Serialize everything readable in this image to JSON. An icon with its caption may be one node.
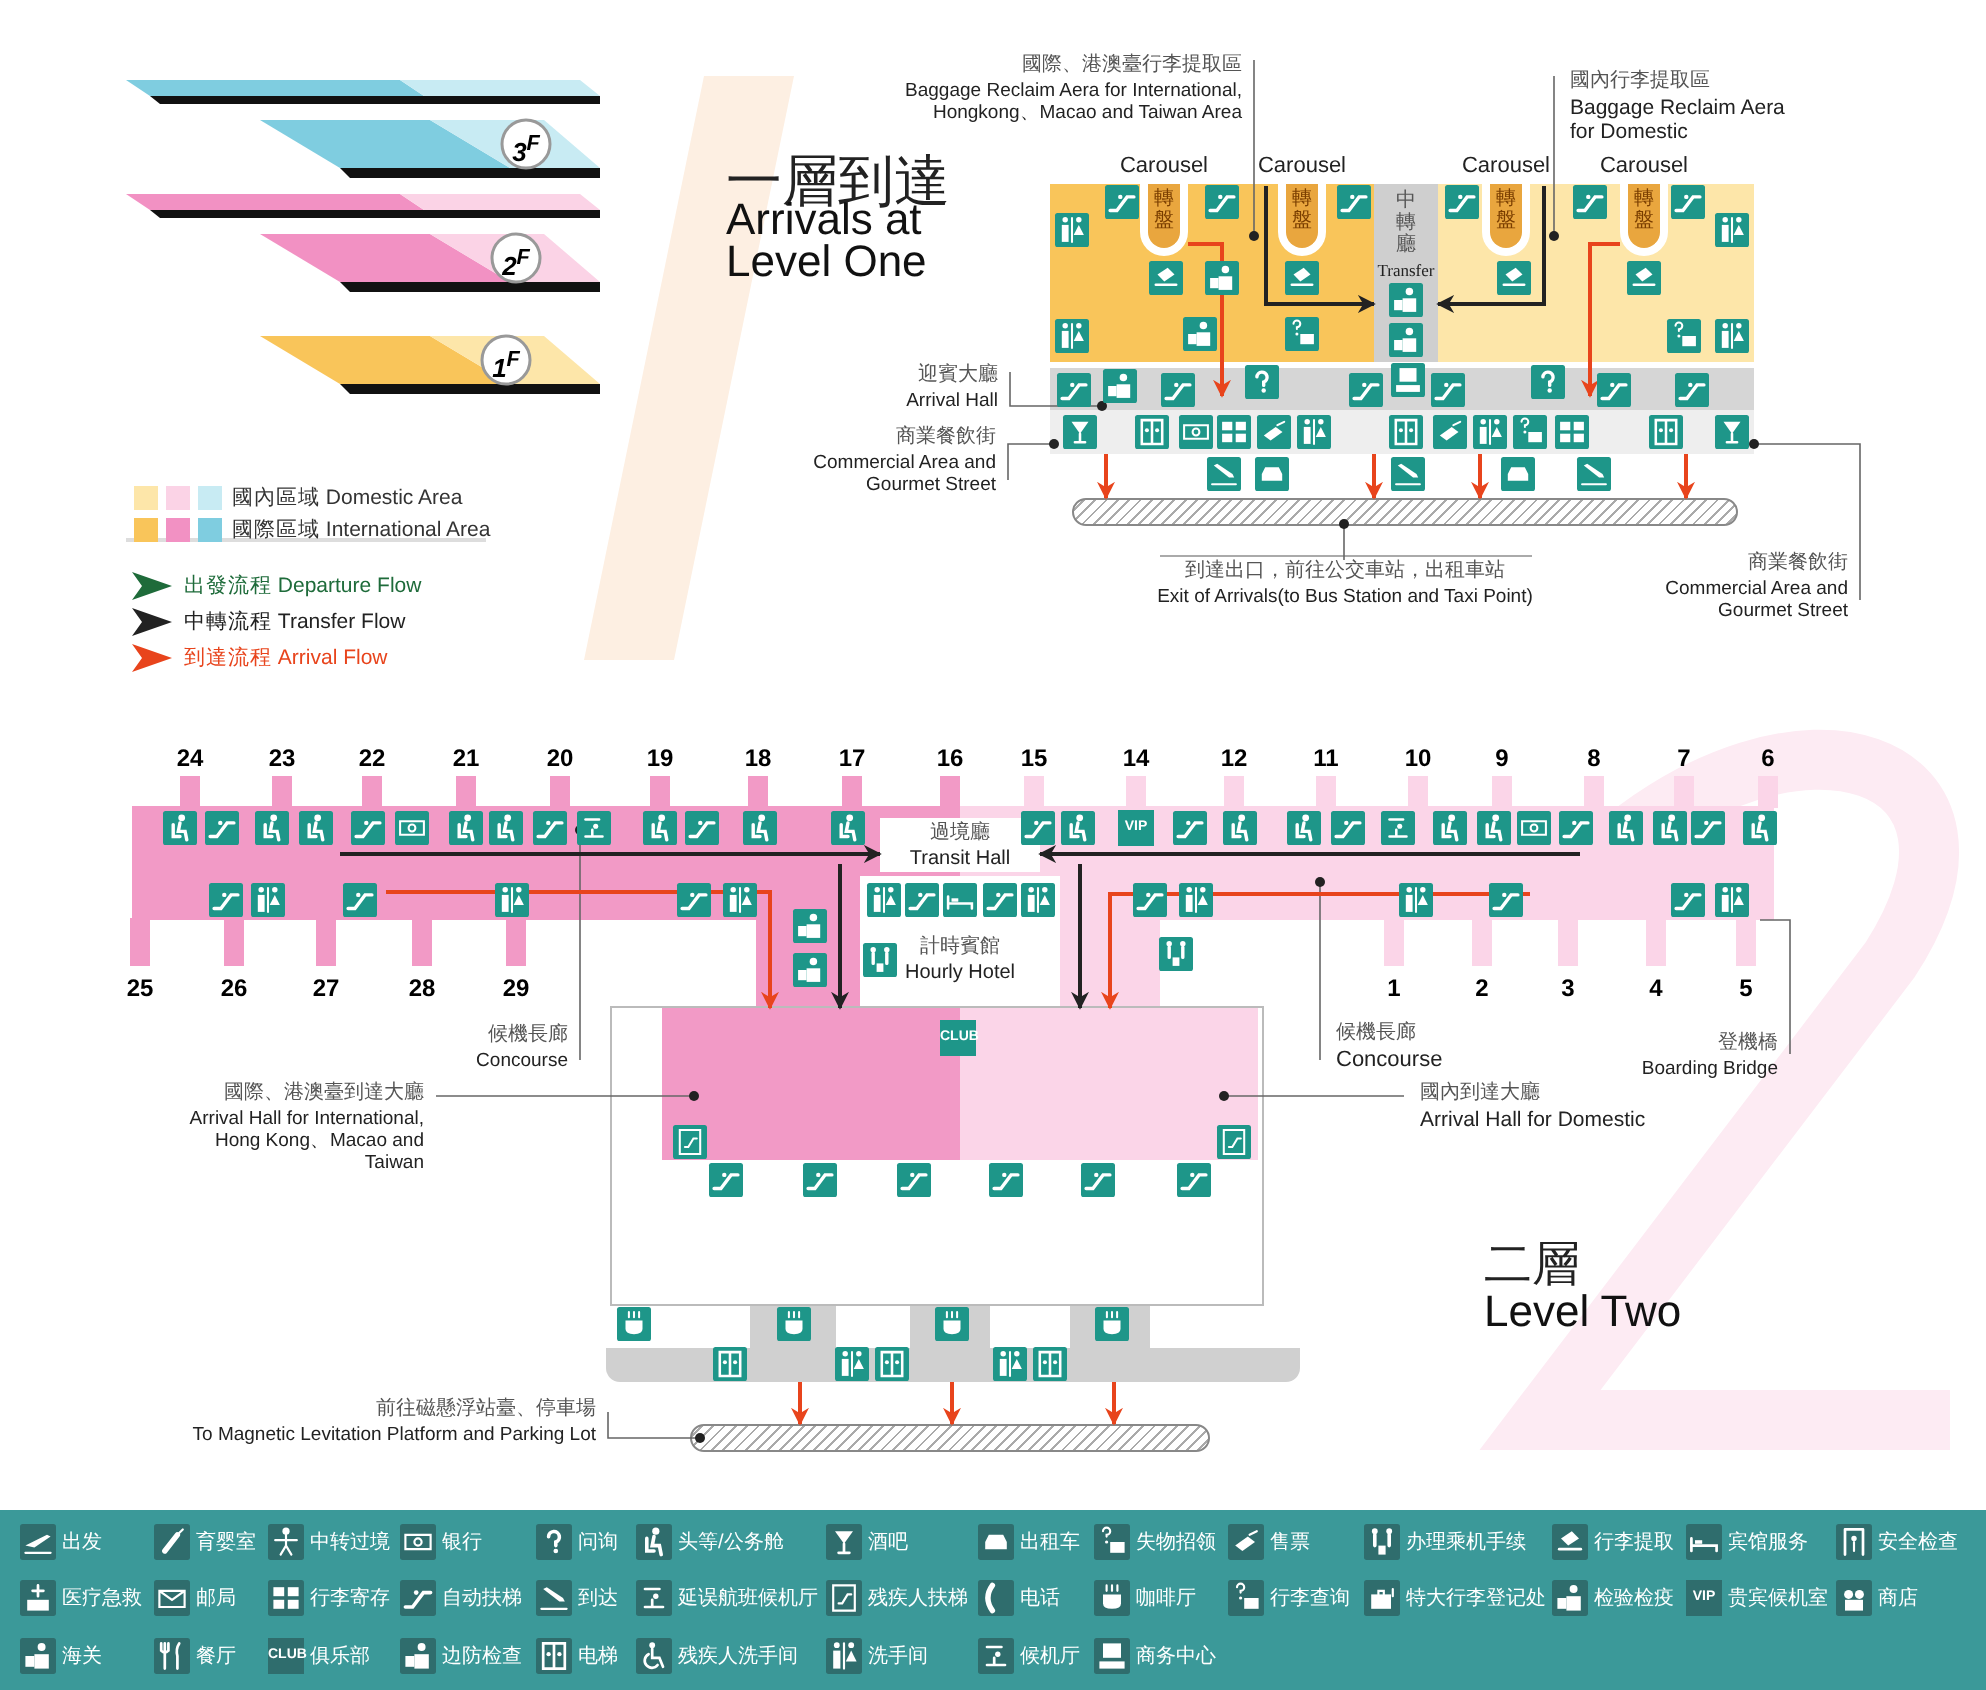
{
  "diagram": {
    "nodes": [
      {
        "text": [
          "國際、港澳臺行李提取區",
          "Baggage Reclaim Aera for International, Hongkong、Macao and Taiwan Area"
        ]
      },
      {
        "text": [
          "國內行李提取區",
          "Baggage Reclaim Aera for Domestic"
        ]
      },
      {
        "text": [],
        "shape": "box"
      },
      {
        "text": [
          "轉盤"
        ],
        "beside": [
          "Carousel"
        ],
        "in": 2
      },
      {
        "text": [
          "轉盤"
        ],
        "beside": [
          "Carousel"
        ],
        "in": 2
      },
      {
        "text": [
          "中轉廳",
          "Transfer Hall"
        ]
      },
      {
        "text": [],
        "shape": "box"
      },
      {
        "text": [
          "轉盤"
        ],
        "beside": [
          "Carousel"
        ],
        "in": 6
      },
      {
        "text": [
          "轉盤"
        ],
        "beside": [
          "Carousel"
        ],
        "in": 6
      },
      {
        "text": [
          "迎賓大廳",
          "Arrival Hall"
        ]
      },
      {
        "text": [],
        "shape": "box"
      },
      {
        "text": [
          "商業餐飲街",
          "Commercial Area and Gourmet Street"
        ]
      },
      {
        "text": [],
        "shape": "box"
      },
      {
        "text": [],
        "shape": "bar"
      },
      {
        "text": [
          "到達出口，前往公交車站，出租車站",
          "Exit of Arrivals(to Bus Station and Taxi Point)"
        ]
      },
      {
        "text": [
          "商業餐飲街",
          "Commercial Area and Gourmet Street"
        ]
      },
      {
        "text": [],
        "shape": "box"
      },
      {
        "text": [],
        "shape": "box"
      },
      {
        "text": [
          "過境廳",
          "Transit Hall"
        ]
      },
      {
        "text": [
          "計時賓館",
          "Hourly Hotel"
        ]
      },
      {
        "text": [
          "候機長廊",
          "Concourse"
        ]
      },
      {
        "text": [
          "候機長廊",
          "Concourse"
        ]
      },
      {
        "text": [
          "登機橋",
          "Boarding Bridge"
        ]
      },
      {
        "text": [
          "國際、港澳臺到達大廳",
          "Arrival Hall for International, Hong Kong、Macao and Taiwan"
        ]
      },
      {
        "text": [],
        "shape": "box"
      },
      {
        "text": [],
        "shape": "box",
        "in": 24
      },
      {
        "text": [],
        "shape": "box",
        "in": 24
      },
      {
        "text": [
          "國內到達大廳",
          "Arrival Hall for Domestic"
        ]
      },
      {
        "text": [],
        "shape": "bar"
      },
      {
        "text": [
          "前往磁懸浮站臺、停車場",
          "To Magnetic Levitation Platform and Parking Lot"
        ]
      },
      {
        "text": [],
        "shape": "bar"
      }
    ],
    "edges": [
      {
        "from": 0,
        "to": 2,
        "arrow": "other"
      },
      {
        "from": 1,
        "to": 6,
        "arrow": "other"
      },
      {
        "from": 2,
        "to": 5,
        "arrow": "to",
        "color": "#222222"
      },
      {
        "from": 6,
        "to": 5,
        "arrow": "to",
        "color": "#222222"
      },
      {
        "from": 3,
        "to": 10,
        "arrow": "to",
        "color": "#e8441c"
      },
      {
        "from": 8,
        "to": 10,
        "arrow": "to",
        "color": "#e8441c"
      },
      {
        "from": 9,
        "to": 10,
        "arrow": "other"
      },
      {
        "from": 11,
        "to": 12,
        "arrow": "other"
      },
      {
        "from": 12,
        "to": 13,
        "arrow": "to",
        "color": "#e8441c"
      },
      {
        "from": 12,
        "to": 13,
        "arrow": "to",
        "color": "#e8441c"
      },
      {
        "from": 12,
        "to": 13,
        "arrow": "to",
        "color": "#e8441c"
      },
      {
        "from": 12,
        "to": 13,
        "arrow": "to",
        "color": "#e8441c"
      },
      {
        "from": 14,
        "to": 13,
        "arrow": "other"
      },
      {
        "from": 15,
        "to": 12,
        "arrow": "other"
      },
      {
        "from": 20,
        "to": 16,
        "arrow": "other"
      },
      {
        "from": 21,
        "to": 17,
        "arrow": "other"
      },
      {
        "from": 22,
        "to": 17,
        "arrow": "none"
      },
      {
        "from": 23,
        "to": 25,
        "arrow": "other"
      },
      {
        "from": 27,
        "to": 26,
        "arrow": "other"
      },
      {
        "from": 29,
        "to": 30,
        "arrow": "other"
      },
      {
        "from": 28,
        "to": 30,
        "arrow": "to",
        "color": "#e8441c"
      },
      {
        "from": 28,
        "to": 30,
        "arrow": "to",
        "color": "#e8441c"
      },
      {
        "from": 28,
        "to": 30,
        "arrow": "to",
        "color": "#e8441c"
      },
      {
        "from": 16,
        "to": 18,
        "arrow": "to",
        "color": "#222222"
      },
      {
        "from": 17,
        "to": 18,
        "arrow": "to",
        "color": "#222222"
      },
      {
        "from": 16,
        "to": 25,
        "arrow": "to",
        "color": "#222222"
      },
      {
        "from": 17,
        "to": 26,
        "arrow": "to",
        "color": "#222222"
      },
      {
        "from": 16,
        "to": 25,
        "arrow": "to",
        "color": "#e8441c"
      },
      {
        "from": 17,
        "to": 26,
        "arrow": "to",
        "color": "#e8441c"
      }
    ],
    "labels": [
      "3$^{F}$",
      "2$^{F}$",
      "1$^{F}$",
      "一層到達",
      "Arrivals at Level One",
      "24",
      "23",
      "22",
      "21",
      "20",
      "19",
      "18",
      "17",
      "16",
      "15",
      "14",
      "12",
      "11",
      "10",
      "9",
      "8",
      "7",
      "6",
      "VIP",
      "25",
      "26",
      "27",
      "28",
      "29",
      "1",
      "2",
      "3",
      "4",
      "5",
      "CLUB",
      "二層",
      "Level Two",
      "VIP",
      "CLUB"
    ],
    "legend": [
      {
        "text": "國內區域 Domestic Area",
        "color": "#fde6a9"
      },
      {
        "text": "國際區域 International Area",
        "color": "#f9c55a"
      },
      {
        "text": "出發流程 Departure Flow",
        "color": "#1e6b3a"
      },
      {
        "text": "中轉流程 Transfer Flow",
        "color": "#222222"
      },
      {
        "text": "到達流程 Arrival Flow",
        "color": "#e8441c"
      },
      {
        "text": "出发"
      },
      {
        "text": "育婴室"
      },
      {
        "text": "中转过境"
      },
      {
        "text": "银行"
      },
      {
        "text": "问询"
      },
      {
        "text": "头等/公务舱"
      },
      {
        "text": "酒吧"
      },
      {
        "text": "出租车"
      },
      {
        "text": "失物招领"
      },
      {
        "text": "售票"
      },
      {
        "text": "办理乘机手续"
      },
      {
        "text": "行李提取"
      },
      {
        "text": "宾馆服务"
      },
      {
        "text": "安全检查"
      },
      {
        "text": "医疗急救"
      },
      {
        "text": "邮局"
      },
      {
        "text": "行李寄存"
      },
      {
        "text": "自动扶梯"
      },
      {
        "text": "到达"
      },
      {
        "text": "延误航班候机厅"
      },
      {
        "text": "残疾人扶梯"
      },
      {
        "text": "电话"
      },
      {
        "text": "咖啡厅"
      },
      {
        "text": "行李查询"
      },
      {
        "text": "特大行李登记处"
      },
      {
        "text": "检验检疫"
      },
      {
        "text": "贵宾候机室"
      },
      {
        "text": "商店"
      },
      {
        "text": "海关"
      },
      {
        "text": "餐厅"
      },
      {
        "text": "俱乐部"
      },
      {
        "text": "边防检查"
      },
      {
        "text": "电梯"
      },
      {
        "text": "残疾人洗手间"
      },
      {
        "text": "洗手间"
      },
      {
        "text": "候机厅"
      },
      {
        "text": "商务中心"
      }
    ]
  }
}
